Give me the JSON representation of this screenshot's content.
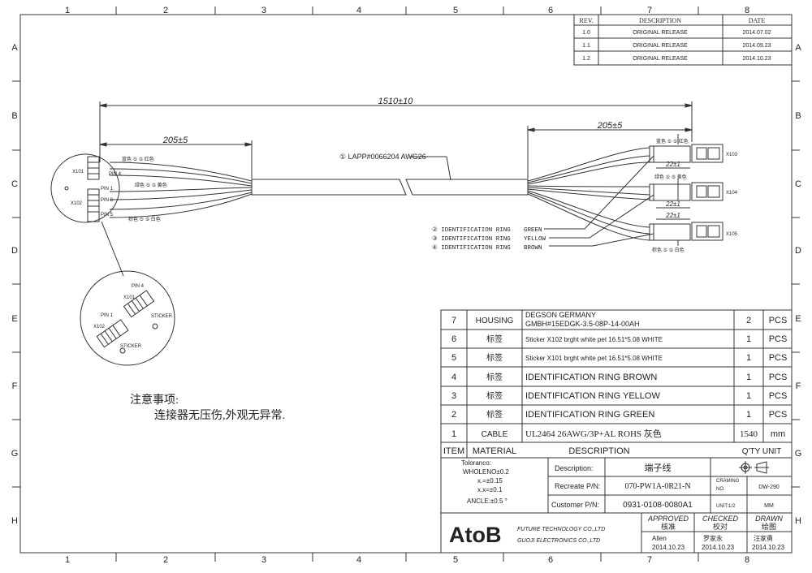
{
  "grid": {
    "cols": [
      "1",
      "2",
      "3",
      "4",
      "5",
      "6",
      "7",
      "8"
    ],
    "rows": [
      "A",
      "B",
      "C",
      "D",
      "E",
      "F",
      "G",
      "H"
    ]
  },
  "revisions": {
    "headers": [
      "REV.",
      "DESCRIPTION",
      "DATE"
    ],
    "rows": [
      [
        "1.0",
        "ORIGINAL RELEASE",
        "2014.07.02"
      ],
      [
        "1.1",
        "ORIGINAL RELEASE",
        "2014.09.23"
      ],
      [
        "1.2",
        "ORIGINAL RELEASE",
        "2014.10.23"
      ]
    ]
  },
  "dims": {
    "total": "1510±10",
    "left_branch": "205±5",
    "right_branch": "205±5",
    "ring1": "22±1",
    "ring2": "22±1",
    "ring3": "22±1"
  },
  "cable_label": "① LAPP#0066204 AWG26",
  "id_rings": [
    {
      "text": "② IDENTIFICATION RING",
      "color": "GREEN"
    },
    {
      "text": "③ IDENTIFICATION RING",
      "color": "YELLOW"
    },
    {
      "text": "④ IDENTIFICATION RING",
      "color": "BROWN"
    }
  ],
  "connectors": {
    "x101": "X101",
    "x102": "X102",
    "x103": "X103",
    "x104": "X104",
    "x105": "X105"
  },
  "pins": {
    "pin1": "PIN 1",
    "pin4": "PIN 4",
    "pin5": "PIN 5",
    "pin8": "PIN 8",
    "sticker": "STICKER"
  },
  "wire_labels": {
    "blue": "蓝色",
    "red": "红色",
    "green": "绿色",
    "yellow": "黄色",
    "brown": "棕色",
    "white": "白色",
    "circle_blue_red": "蓝色 ⑤ ⑤ 红色",
    "circle_green_yellow": "绿色 ⑤ ⑤ 黄色",
    "circle_brown_white": "棕色 ⑤ ⑤ 白色"
  },
  "notes": {
    "title": "注意事项:",
    "body": "连接器无压伤,外观无异常."
  },
  "bom": {
    "rows": [
      {
        "item": "7",
        "material": "HOUSING",
        "desc1": "DEGSON GERMANY",
        "desc2": "GMBH#15EDGK-3.5-08P-14-00AH",
        "qty": "2",
        "unit": "PCS"
      },
      {
        "item": "6",
        "material": "标签",
        "desc1": "Sticker  X102 brght white pet 16.51*5.08  WHITE",
        "desc2": "",
        "qty": "1",
        "unit": "PCS"
      },
      {
        "item": "5",
        "material": "标签",
        "desc1": "Sticker  X101 brght white pet 16.51*5.08  WHITE",
        "desc2": "",
        "qty": "1",
        "unit": "PCS"
      },
      {
        "item": "4",
        "material": "标签",
        "desc1": "IDENTIFICATION  RING  BROWN",
        "desc2": "",
        "qty": "1",
        "unit": "PCS"
      },
      {
        "item": "3",
        "material": "标签",
        "desc1": "IDENTIFICATION  RING  YELLOW",
        "desc2": "",
        "qty": "1",
        "unit": "PCS"
      },
      {
        "item": "2",
        "material": "标签",
        "desc1": "IDENTIFICATION  RING  GREEN",
        "desc2": "",
        "qty": "1",
        "unit": "PCS"
      },
      {
        "item": "1",
        "material": "CABLE",
        "desc1": "UL2464  26AWG/3P+AL  ROHS   灰色",
        "desc2": "",
        "qty": "1540",
        "unit": "mm"
      }
    ],
    "header": {
      "item": "ITEM",
      "material": "MATERIAL",
      "desc": "DESCRIPTION",
      "qty_unit": "Q'TY  UNIT"
    }
  },
  "tolerance": {
    "title": "Toloranco:",
    "l1": "WHOLENO±0.2",
    "l2": "x.=±0.15",
    "l3": "x.x=±0.1",
    "l4": "ANCLE:±0.5 °"
  },
  "title_block": {
    "description_label": "Description:",
    "description_value": "端子线",
    "recreate_label": "Recreate P/N:",
    "recreate_value": "070-PW1A-0R21-N",
    "customer_label": "Customer P/N:",
    "customer_value": "0931-0108-0080A1",
    "craming_label": "CRAMING",
    "no_label": "NO.",
    "drawing_no": "DW-290",
    "unit_label": "UNIT:1/2",
    "unit_value": "MM",
    "logo": "AtoB",
    "company1": "FUTURE  TECHNOLOGY  CO.,LTD",
    "company2": "GUOJI  ELECTRONICS  CO.,LTD",
    "approved_en": "APPROVED",
    "approved_cn": "核准",
    "approved_name": "Allen",
    "approved_date": "2014.10.23",
    "checked_en": "CHECKED",
    "checked_cn": "校对",
    "checked_name": "罗家永",
    "checked_date": "2014.10.23",
    "drawn_en": "DRAWN",
    "drawn_cn": "绘图",
    "drawn_name": "汪家勇",
    "drawn_date": "2014.10.23"
  }
}
